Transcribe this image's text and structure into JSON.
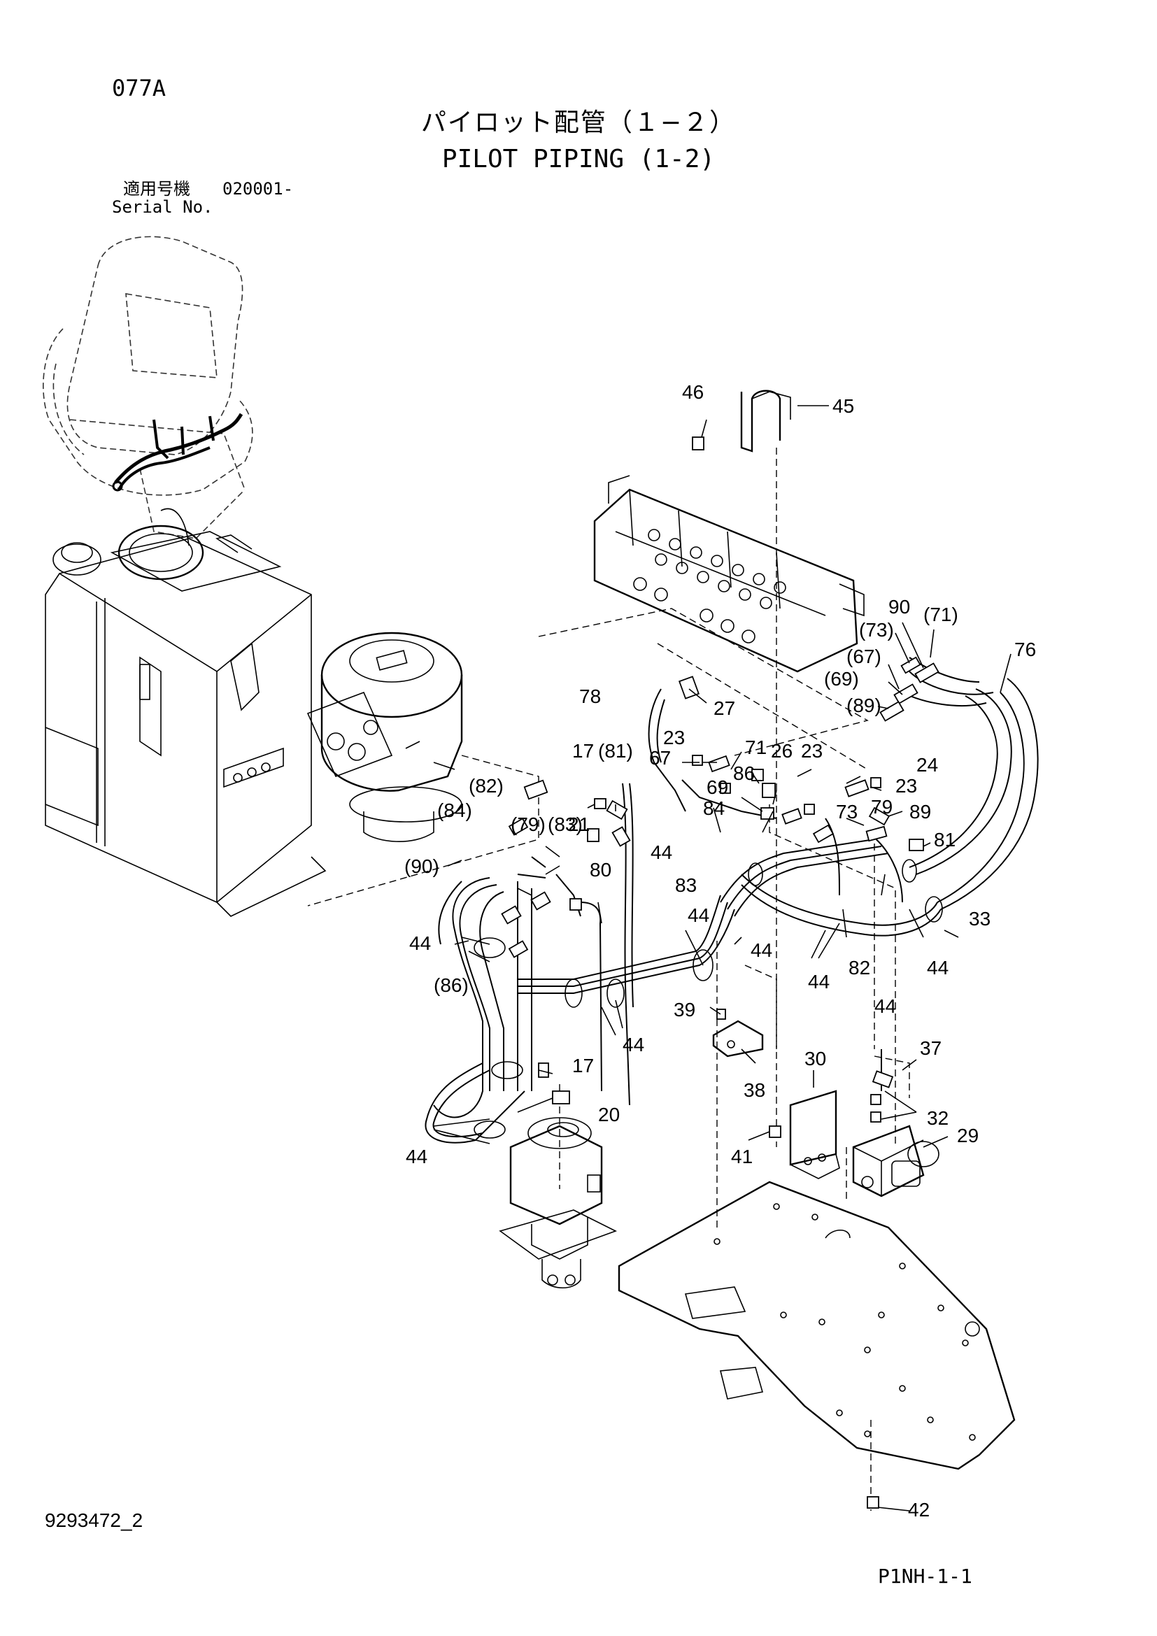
{
  "page_code": "077A",
  "title_jp": "パイロット配管（１−２）",
  "title_en": "PILOT PIPING (1-2)",
  "serial_label_jp": "適用号機",
  "serial_range": "020001-",
  "serial_label_en": "Serial No.",
  "drawing_number": "9293472_2",
  "sheet_code": "P1NH-1-1",
  "callouts": [
    "46",
    "45",
    "90",
    "(71)",
    "76",
    "(73)",
    "(67)",
    "(69)",
    "(89)",
    "78",
    "27",
    "23",
    "17",
    "(81)",
    "67",
    "71",
    "26",
    "23",
    "24",
    "23",
    "69",
    "86",
    "84",
    "73",
    "79",
    "89",
    "81",
    "21",
    "(82)",
    "(84)",
    "(79)",
    "(83)",
    "(90)",
    "80",
    "44",
    "83",
    "44",
    "44",
    "44",
    "33",
    "44",
    "82",
    "44",
    "44",
    "(86)",
    "39",
    "44",
    "17",
    "38",
    "30",
    "37",
    "32",
    "20",
    "41",
    "29",
    "44",
    "42"
  ]
}
